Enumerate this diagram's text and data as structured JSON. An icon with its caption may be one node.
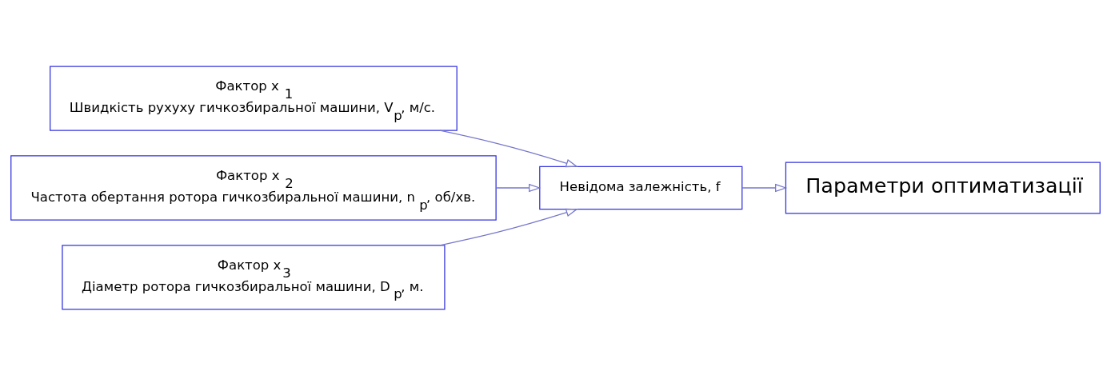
{
  "diagram": {
    "nodes": [
      {
        "text": [
          "Фактор x $_{1}$",
          "Швидкість рухуху гичкозбиральної машини, V$_{р}$, м/с."
        ]
      },
      {
        "text": [
          "Фактор x $_{2}$",
          "Частота обертання ротора гичкозбиральної машини, n$_{р}$, об/хв."
        ]
      },
      {
        "text": [
          "Фактор x$_{3}$",
          "Діаметр ротора гичкозбиральної машини, D$_{р}$, м."
        ]
      },
      {
        "text": [
          "Невідома залежність, f"
        ]
      },
      {
        "text": [
          "Параметри оптиматизації"
        ]
      }
    ],
    "edges": [
      {
        "from": 0,
        "to": 3,
        "arrow": "to"
      },
      {
        "from": 1,
        "to": 3,
        "arrow": "to"
      },
      {
        "from": 2,
        "to": 3,
        "arrow": "to"
      },
      {
        "from": 3,
        "to": 4,
        "arrow": "to"
      }
    ]
  }
}
